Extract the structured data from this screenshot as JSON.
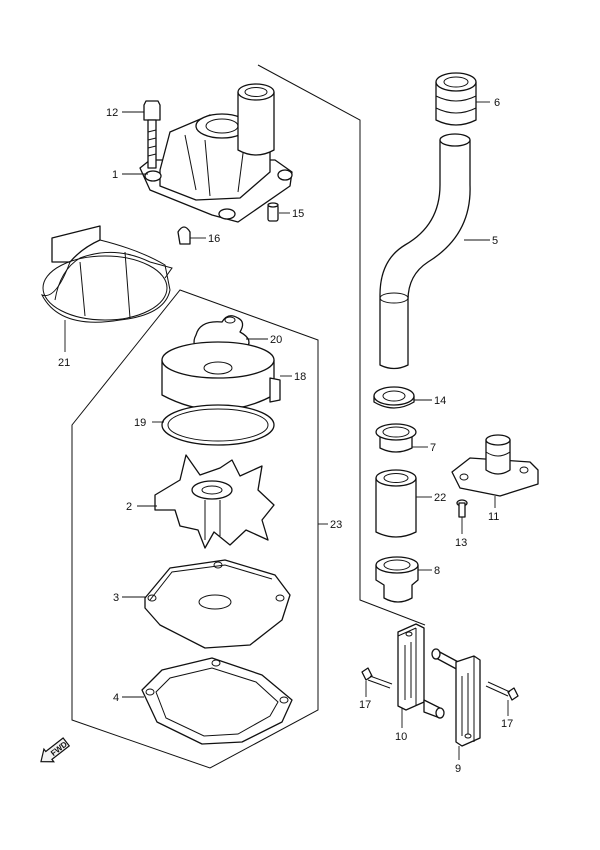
{
  "callouts": {
    "c1": "1",
    "c2": "2",
    "c3": "3",
    "c4": "4",
    "c5": "5",
    "c6": "6",
    "c7": "7",
    "c8": "8",
    "c9": "9",
    "c10": "10",
    "c11": "11",
    "c12": "12",
    "c13": "13",
    "c14": "14",
    "c15": "15",
    "c16": "16",
    "c17a": "17",
    "c17b": "17",
    "c18": "18",
    "c19": "19",
    "c20": "20",
    "c21": "21",
    "c22": "22",
    "c23": "23"
  },
  "fwd_label": "FWD"
}
